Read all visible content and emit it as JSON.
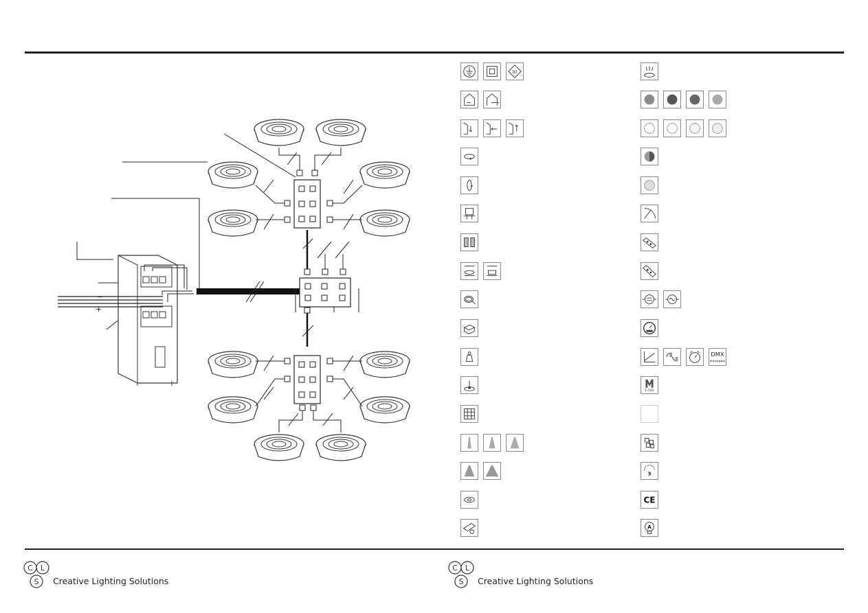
{
  "brand": {
    "name": "Creative Lighting Solutions",
    "logo_letters": [
      "C",
      "L",
      "S"
    ]
  },
  "driver": {
    "minus_label": "−",
    "plus_label": "+"
  },
  "icons": {
    "left_column": [
      "earth-class-icon",
      "double-insulation-icon",
      "class-iii-icon",
      "indoor-icon",
      "outdoor-icon",
      "surface-down-icon",
      "surface-left-icon",
      "surface-up-icon",
      "rotation-horizontal-icon",
      "rotation-vertical-icon",
      "recessed-depth-icon",
      "profile-icon",
      "cutout-icon",
      "cutout-width-icon",
      "cable-icon",
      "junction-box-icon",
      "weight-icon",
      "temperature-icon",
      "grid-icon",
      "beam-narrow-icon",
      "beam-medium-icon",
      "beam-wide-icon",
      "beam-flood-icon",
      "beam-wide-flood-icon",
      "ring-icon",
      "remote-icon"
    ],
    "right_column": [
      "ip-rating-icon",
      "finish-grey-icon",
      "finish-dark-icon",
      "finish-black-icon",
      "finish-silver-icon",
      "white-icon",
      "white-2-icon",
      "white-3-icon",
      "white-4-icon",
      "color-temp-icon",
      "lens-icon",
      "angle-icon",
      "led-strip-icon",
      "led-strip-2-icon",
      "dc-icon",
      "ac-icon",
      "gauge-icon",
      "dimming-curve-icon",
      "phase-dim-icon",
      "timer-icon",
      "dmx-icon",
      "mains-1-10v-icon",
      "blank-icon",
      "modular-icon",
      "warranty-icon",
      "ce-icon",
      "energy-label-icon"
    ],
    "dmx_text": "DMX",
    "dmx_subtext": "dimmable",
    "warranty_number": "3",
    "ce_text": "CE",
    "energy_letter": "A",
    "mains_label": "1-10V"
  }
}
